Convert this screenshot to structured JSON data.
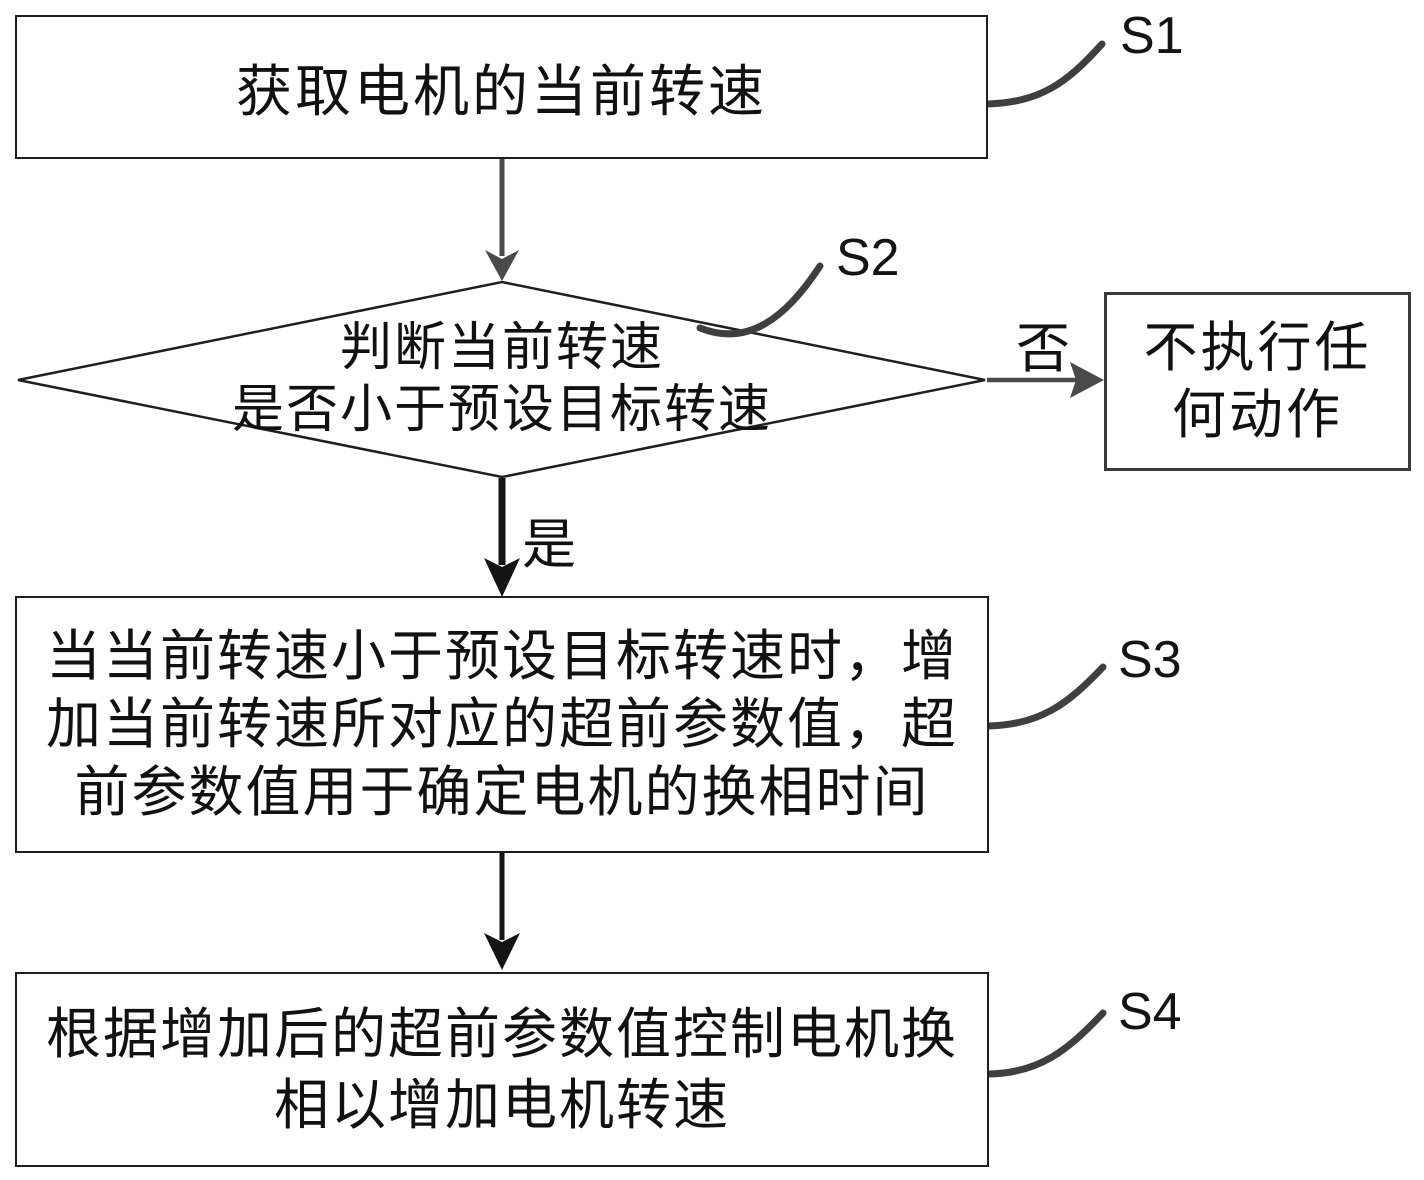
{
  "nodes": {
    "s1": {
      "step_label": "S1",
      "text": "获取电机的当前转速"
    },
    "s2": {
      "step_label": "S2",
      "line1": "判断当前转速",
      "line2": "是否小于预设目标转速"
    },
    "no_action": {
      "line1": "不执行任",
      "line2": "何动作"
    },
    "s3": {
      "step_label": "S3",
      "line1": "当当前转速小于预设目标转速时，增",
      "line2": "加当前转速所对应的超前参数值，超",
      "line3": "前参数值用于确定电机的换相时间"
    },
    "s4": {
      "step_label": "S4",
      "line1": "根据增加后的超前参数值控制电机换",
      "line2": "相以增加电机转速"
    }
  },
  "edges": {
    "no_label": "否",
    "yes_label": "是"
  },
  "colors": {
    "background": "#ffffff",
    "shape_border": "#1f1f1f",
    "arrow_gray": "#4a4a4a",
    "arrow_black": "#141414",
    "callout_curve": "#3f3f3f",
    "text": "#111111"
  }
}
